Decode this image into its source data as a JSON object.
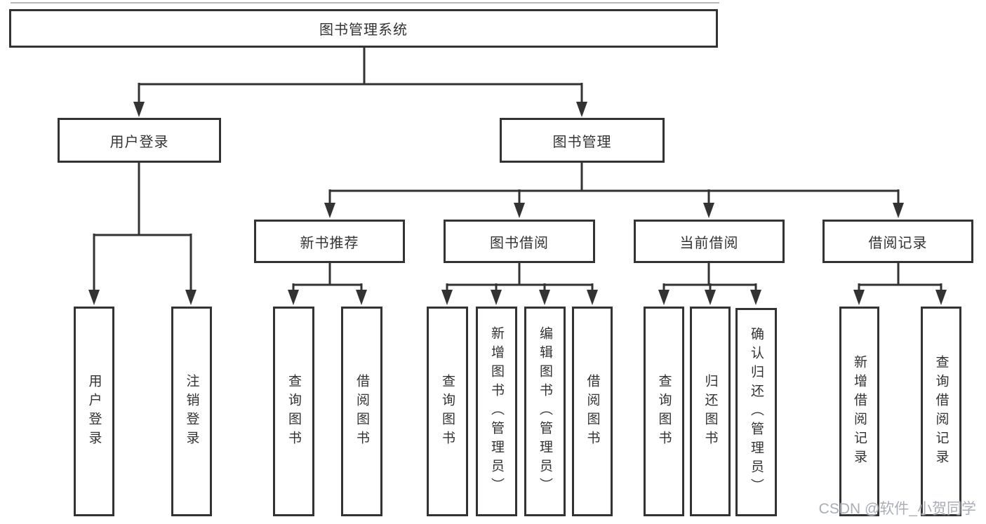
{
  "tree": {
    "root": {
      "label": "图书管理系统"
    },
    "branches": [
      {
        "label": "用户登录",
        "children": [
          {
            "label": "用户登录"
          },
          {
            "label": "注销登录"
          }
        ]
      },
      {
        "label": "图书管理",
        "children": [
          {
            "label": "新书推荐",
            "children": [
              {
                "label": "查询图书"
              },
              {
                "label": "借阅图书"
              }
            ]
          },
          {
            "label": "图书借阅",
            "children": [
              {
                "label": "查询图书"
              },
              {
                "label": "新增图书（管理员）"
              },
              {
                "label": "编辑图书（管理员）"
              },
              {
                "label": "借阅图书"
              }
            ]
          },
          {
            "label": "当前借阅",
            "children": [
              {
                "label": "查询图书"
              },
              {
                "label": "归还图书"
              },
              {
                "label": "确认归还（管理员）"
              }
            ]
          },
          {
            "label": "借阅记录",
            "children": [
              {
                "label": "新增借阅记录"
              },
              {
                "label": "查询借阅记录"
              }
            ]
          }
        ]
      }
    ]
  },
  "watermark": {
    "text": "CSDN @软件_小贺同学"
  },
  "colors": {
    "line": "#333333",
    "text": "#333333",
    "background": "#ffffff",
    "watermark": "#a9aeb6"
  }
}
